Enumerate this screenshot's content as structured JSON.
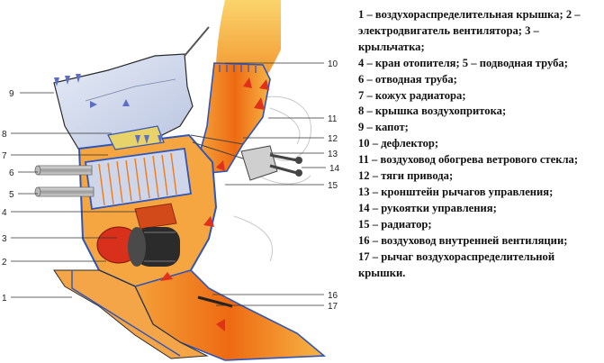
{
  "legend": {
    "items": [
      "1 – воздухораспределительная крышка; 2 – электродвигатель вентилятора; 3 – крыльчатка;",
      "4 – кран отопителя; 5 – подводная труба;",
      "6 – отводная труба;",
      "7 – кожух радиатора;",
      "8 – крышка воздухопритока;",
      "9 – капот;",
      "10 – дефлектор;",
      "11 – воздуховод обогрева ветрового стекла;",
      "12 – тяги привода;",
      "13 – кронштейн рычагов управления;",
      "14 – рукоятки управления;",
      "15 – радиатор;",
      "16 – воздуховод внутренней вентиляции;",
      "17 – рычаг воздухораспределительной крышки."
    ]
  },
  "callouts": {
    "c1": "1",
    "c2": "2",
    "c3": "3",
    "c4": "4",
    "c5": "5",
    "c6": "6",
    "c7": "7",
    "c8": "8",
    "c9": "9",
    "c10": "10",
    "c11": "11",
    "c12": "12",
    "c13": "13",
    "c14": "14",
    "c15": "15",
    "c16": "16",
    "c17": "17"
  },
  "colors": {
    "hot_air": "#f07a1a",
    "warm_air": "#f9b23d",
    "cold_air": "#6a7bc4",
    "housing": "#2f55b8",
    "hood": "#c9d3ea",
    "radiator": "#d7dced",
    "motor": "#2b2b2b"
  }
}
